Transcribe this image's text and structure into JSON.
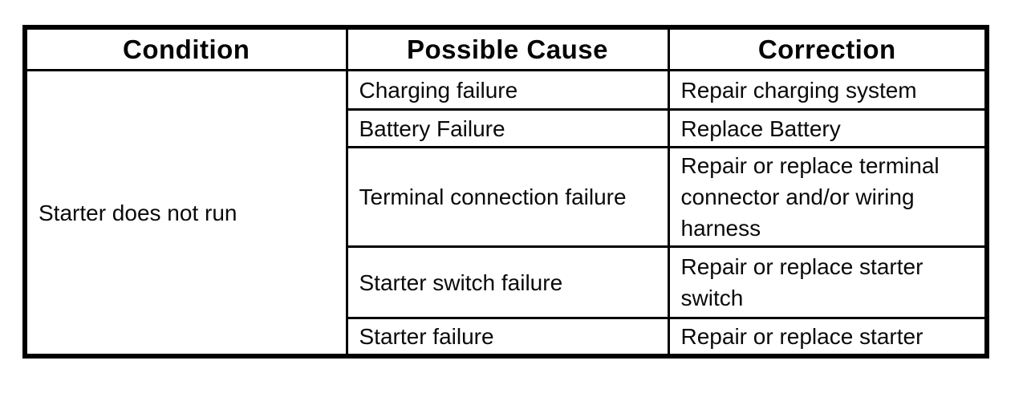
{
  "document": {
    "type": "troubleshooting-table",
    "colors": {
      "background": "#ffffff",
      "text": "#0a0a0a",
      "border": "#000000"
    },
    "table": {
      "headers": {
        "condition": "Condition",
        "cause": "Possible Cause",
        "correction": "Correction"
      },
      "condition_value": "Starter does not run",
      "rows": [
        {
          "cause": "Charging failure",
          "correction": "Repair charging system"
        },
        {
          "cause": "Battery Failure",
          "correction": "Replace Battery"
        },
        {
          "cause": "Terminal connection failure",
          "correction": "Repair or replace terminal connector and/or wiring harness"
        },
        {
          "cause": "Starter switch failure",
          "correction": "Repair or replace starter switch"
        },
        {
          "cause": "Starter failure",
          "correction": "Repair or replace starter"
        }
      ]
    }
  }
}
